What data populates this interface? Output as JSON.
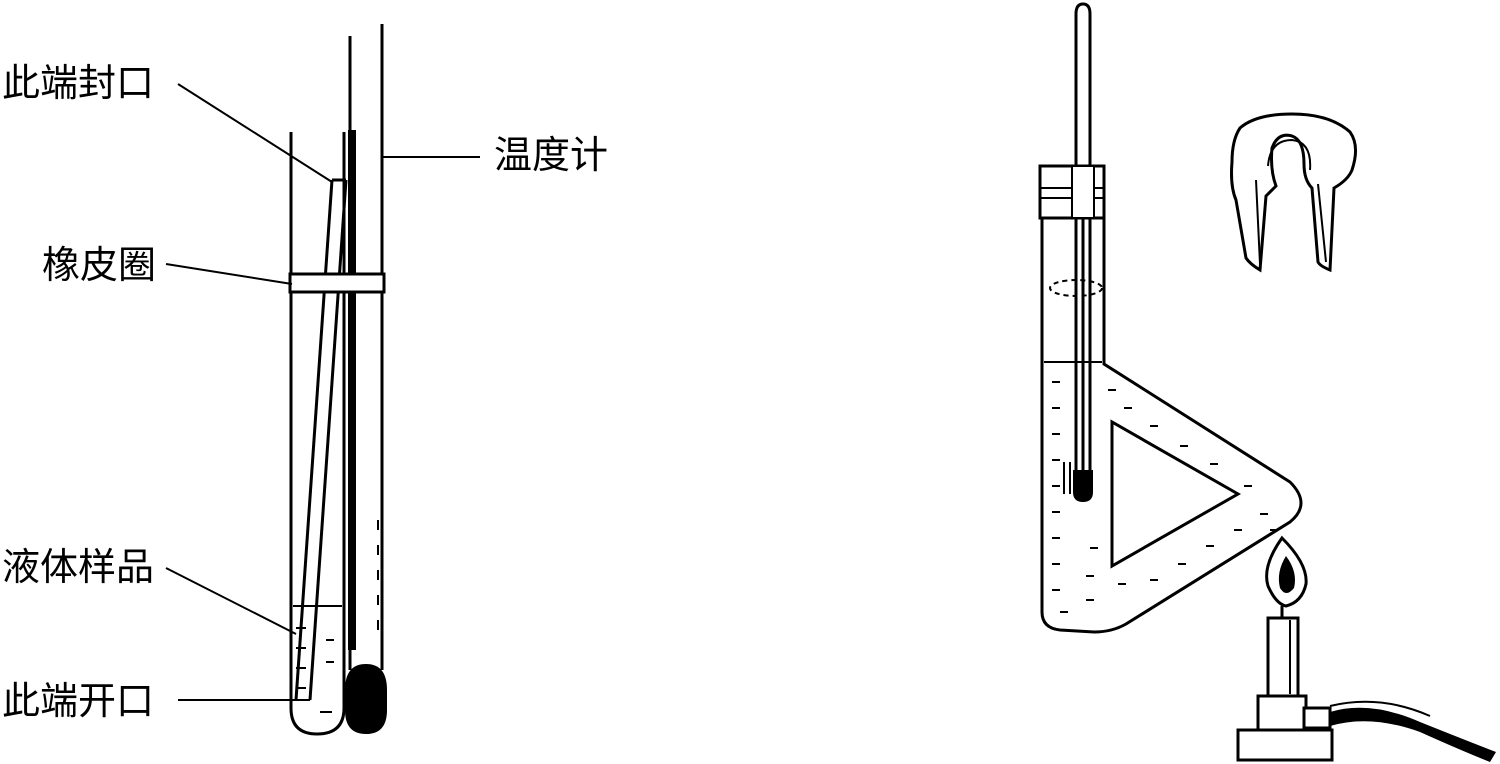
{
  "diagram": {
    "left_apparatus": {
      "labels": {
        "sealed_end": "此端封口",
        "thermometer": "温度计",
        "rubber_band": "橡皮圈",
        "liquid_sample": "液体样品",
        "open_end": "此端开口"
      }
    }
  }
}
